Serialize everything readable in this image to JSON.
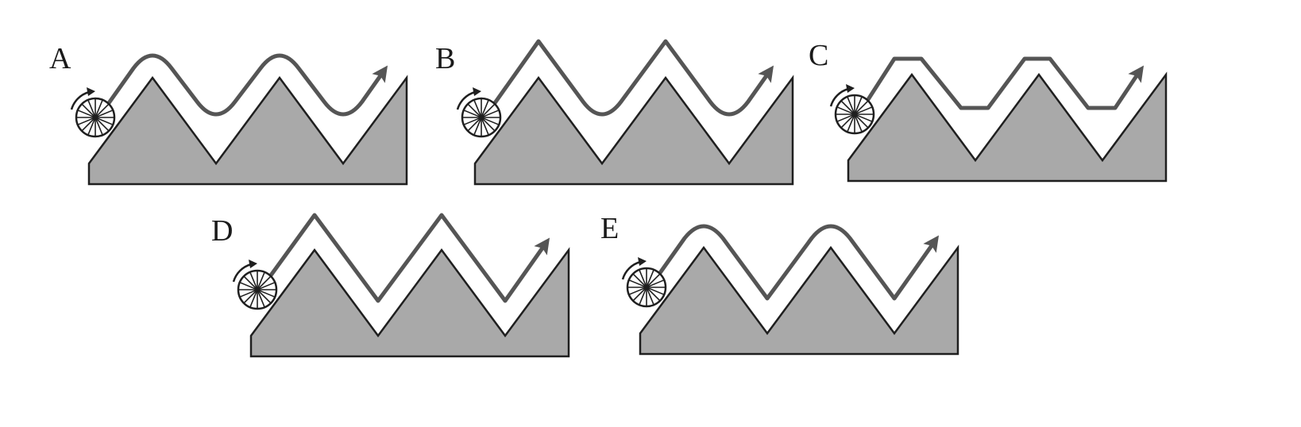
{
  "figure": {
    "panels": [
      {
        "label": "A",
        "path_shape": "rounded-peaks-rounded-valleys"
      },
      {
        "label": "B",
        "path_shape": "sharp-peaks-rounded-valleys"
      },
      {
        "label": "C",
        "path_shape": "flat-peaks-flat-valleys"
      },
      {
        "label": "D",
        "path_shape": "sharp-peaks-sharp-valleys"
      },
      {
        "label": "E",
        "path_shape": "rounded-peaks-sharp-valleys"
      }
    ]
  },
  "colors": {
    "surface_fill": "#a9a9a9",
    "surface_stroke": "#1f1f1f",
    "path_trace": "#555555",
    "wheel": "#1f1f1f",
    "label_text": "#1a1a1a"
  },
  "icons": {
    "wheel": "spoked-wheel-icon",
    "rotation": "clockwise-arrow-icon",
    "direction": "travel-arrow-icon"
  }
}
